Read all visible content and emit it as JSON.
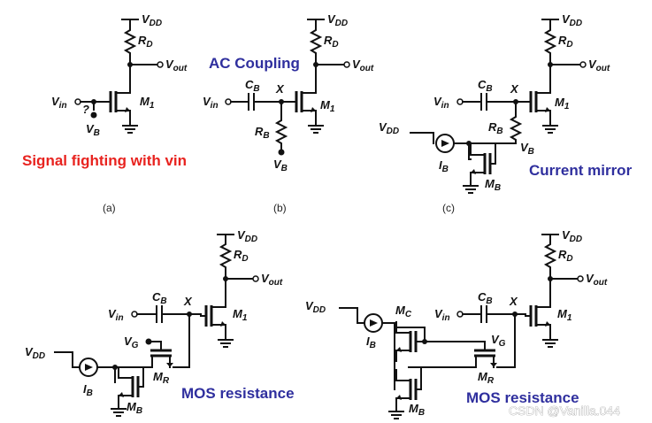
{
  "labels": {
    "vdd": "V",
    "vdd_sub": "DD",
    "rd": "R",
    "rd_sub": "D",
    "vout": "V",
    "vout_sub": "out",
    "vin": "V",
    "vin_sub": "in",
    "m1": "M",
    "m1_sub": "1",
    "vb": "V",
    "vb_sub": "B",
    "cb": "C",
    "cb_sub": "B",
    "rb": "R",
    "rb_sub": "B",
    "x": "X",
    "ib": "I",
    "ib_sub": "B",
    "mb": "M",
    "mb_sub": "B",
    "vg": "V",
    "vg_sub": "G",
    "mr": "M",
    "mr_sub": "R",
    "mc": "M",
    "mc_sub": "C",
    "q": "?"
  },
  "captions": {
    "a": "(a)",
    "b": "(b)",
    "c": "(c)"
  },
  "annotations": {
    "signal_fighting": "Signal fighting with vin",
    "ac_coupling": "AC Coupling",
    "current_mirror": "Current mirror",
    "mos_resistance_left": "MOS resistance",
    "mos_resistance_right": "MOS resistance"
  },
  "colors": {
    "red_note": "#e8231f",
    "blue_note": "#2f2f9e"
  },
  "watermark": "CSDN @Vanilla.044"
}
